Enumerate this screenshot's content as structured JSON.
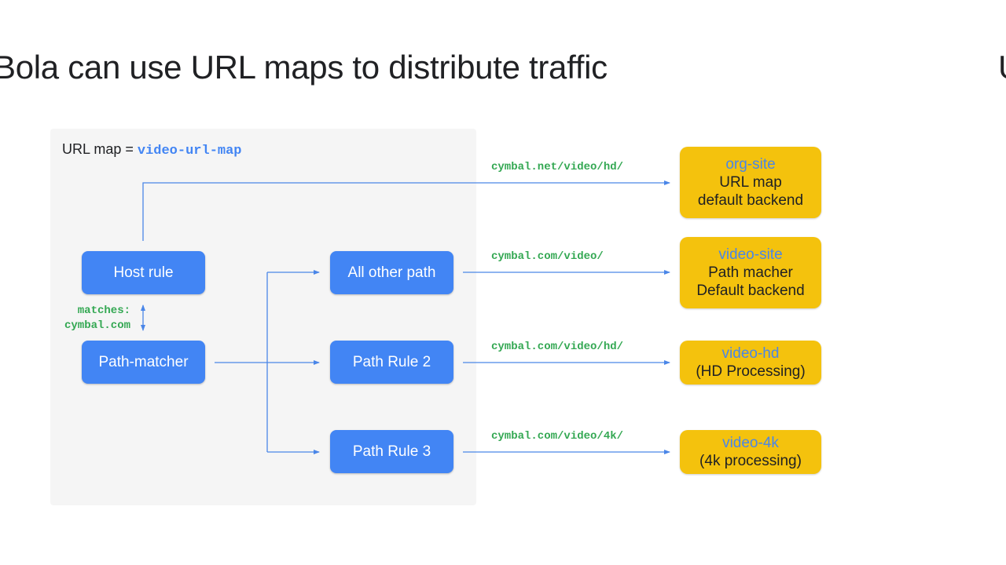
{
  "slide": {
    "title": "Bola can use URL maps to distribute traffic",
    "edge_letter": "U"
  },
  "url_map": {
    "label_prefix": "URL map = ",
    "name": "video-url-map"
  },
  "rules": {
    "host_rule": "Host rule",
    "path_matcher": "Path-matcher",
    "matches_label": "matches:",
    "matches_host": "cymbal.com",
    "all_other_path": "All other path",
    "path_rule_2": "Path Rule 2",
    "path_rule_3": "Path Rule 3"
  },
  "routes": {
    "url_1": "cymbal.net/video/hd/",
    "url_2": "cymbal.com/video/",
    "url_3": "cymbal.com/video/hd/",
    "url_4": "cymbal.com/video/4k/"
  },
  "backends": {
    "org_site": {
      "name": "org-site",
      "line1": "URL map",
      "line2": "default backend"
    },
    "video_site": {
      "name": "video-site",
      "line1": "Path macher",
      "line2": "Default backend"
    },
    "video_hd": {
      "name": "video-hd",
      "line1": "(HD Processing)"
    },
    "video_4k": {
      "name": "video-4k",
      "line1": "(4k processing)"
    }
  },
  "colors": {
    "rule_blue": "#4285f4",
    "backend_yellow": "#f4c20d",
    "url_green": "#34a853",
    "panel_gray": "#f5f5f5"
  }
}
